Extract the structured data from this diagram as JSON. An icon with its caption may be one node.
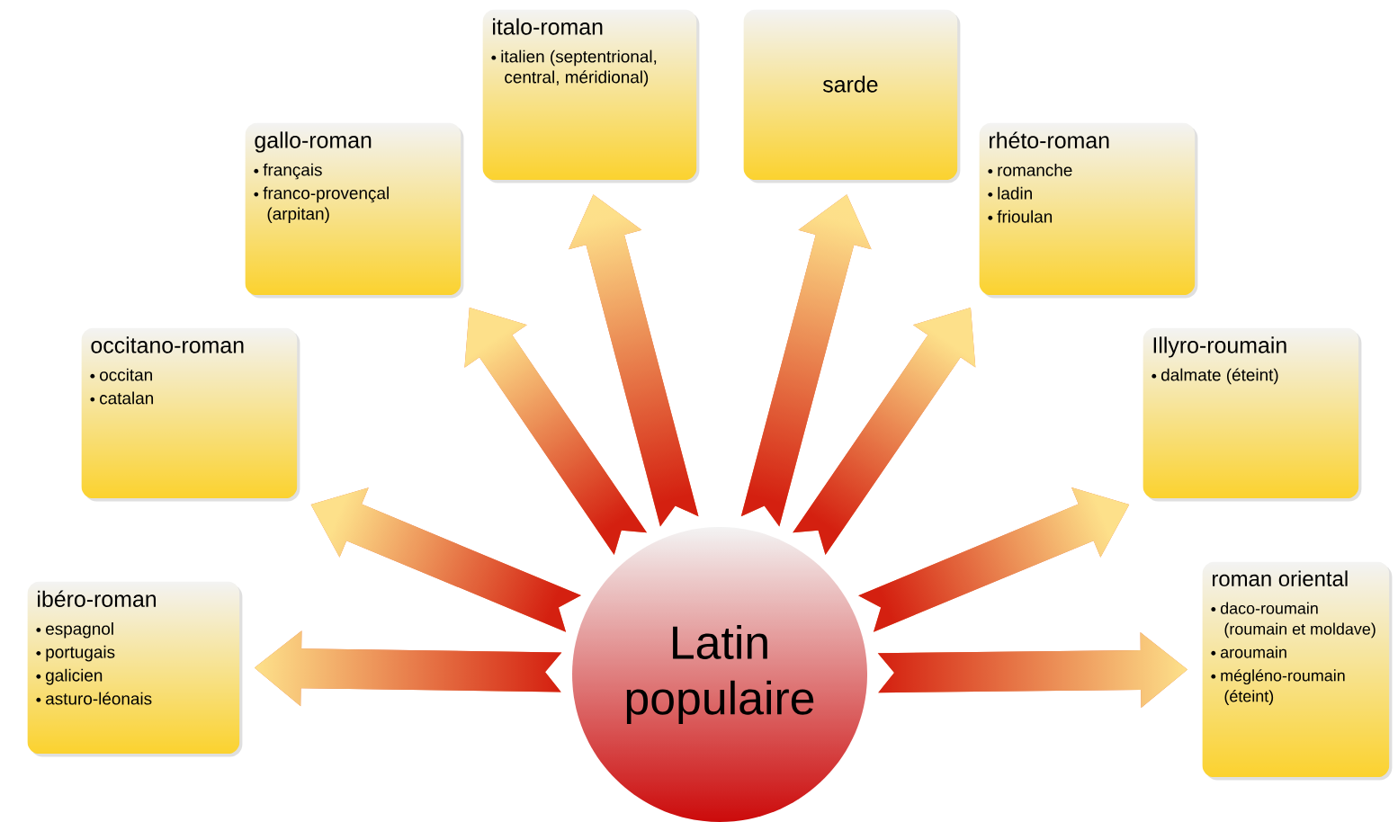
{
  "diagram": {
    "nodes": [
      {
        "text": [
          "Latin populaire"
        ]
      },
      {
        "text": [
          "ibéro-roman",
          "espagnol",
          "portugais",
          "galicien",
          "asturo-léonais"
        ]
      },
      {
        "text": [
          "occitano-roman",
          "occitan",
          "catalan"
        ]
      },
      {
        "text": [
          "gallo-roman",
          "français",
          "franco-provençal (arpitan)"
        ]
      },
      {
        "text": [
          "italo-roman",
          "italien (septentrional, central, méridional)"
        ]
      },
      {
        "text": [
          "sarde"
        ]
      },
      {
        "text": [
          "rhéto-roman",
          "romanche",
          "ladin",
          "frioulan"
        ]
      },
      {
        "text": [
          "Illyro-roumain",
          "dalmate (éteint)"
        ]
      },
      {
        "text": [
          "roman oriental",
          "daco-roumain (roumain et moldave)",
          "aroumain",
          "mégléno-roumain (éteint)"
        ]
      }
    ],
    "edges": [
      {
        "from": 0,
        "to": 1,
        "arrow": "to"
      },
      {
        "from": 0,
        "to": 2,
        "arrow": "to"
      },
      {
        "from": 0,
        "to": 3,
        "arrow": "to"
      },
      {
        "from": 0,
        "to": 4,
        "arrow": "to"
      },
      {
        "from": 0,
        "to": 5,
        "arrow": "to"
      },
      {
        "from": 0,
        "to": 6,
        "arrow": "to"
      },
      {
        "from": 0,
        "to": 7,
        "arrow": "to"
      },
      {
        "from": 0,
        "to": 8,
        "arrow": "to"
      }
    ]
  }
}
